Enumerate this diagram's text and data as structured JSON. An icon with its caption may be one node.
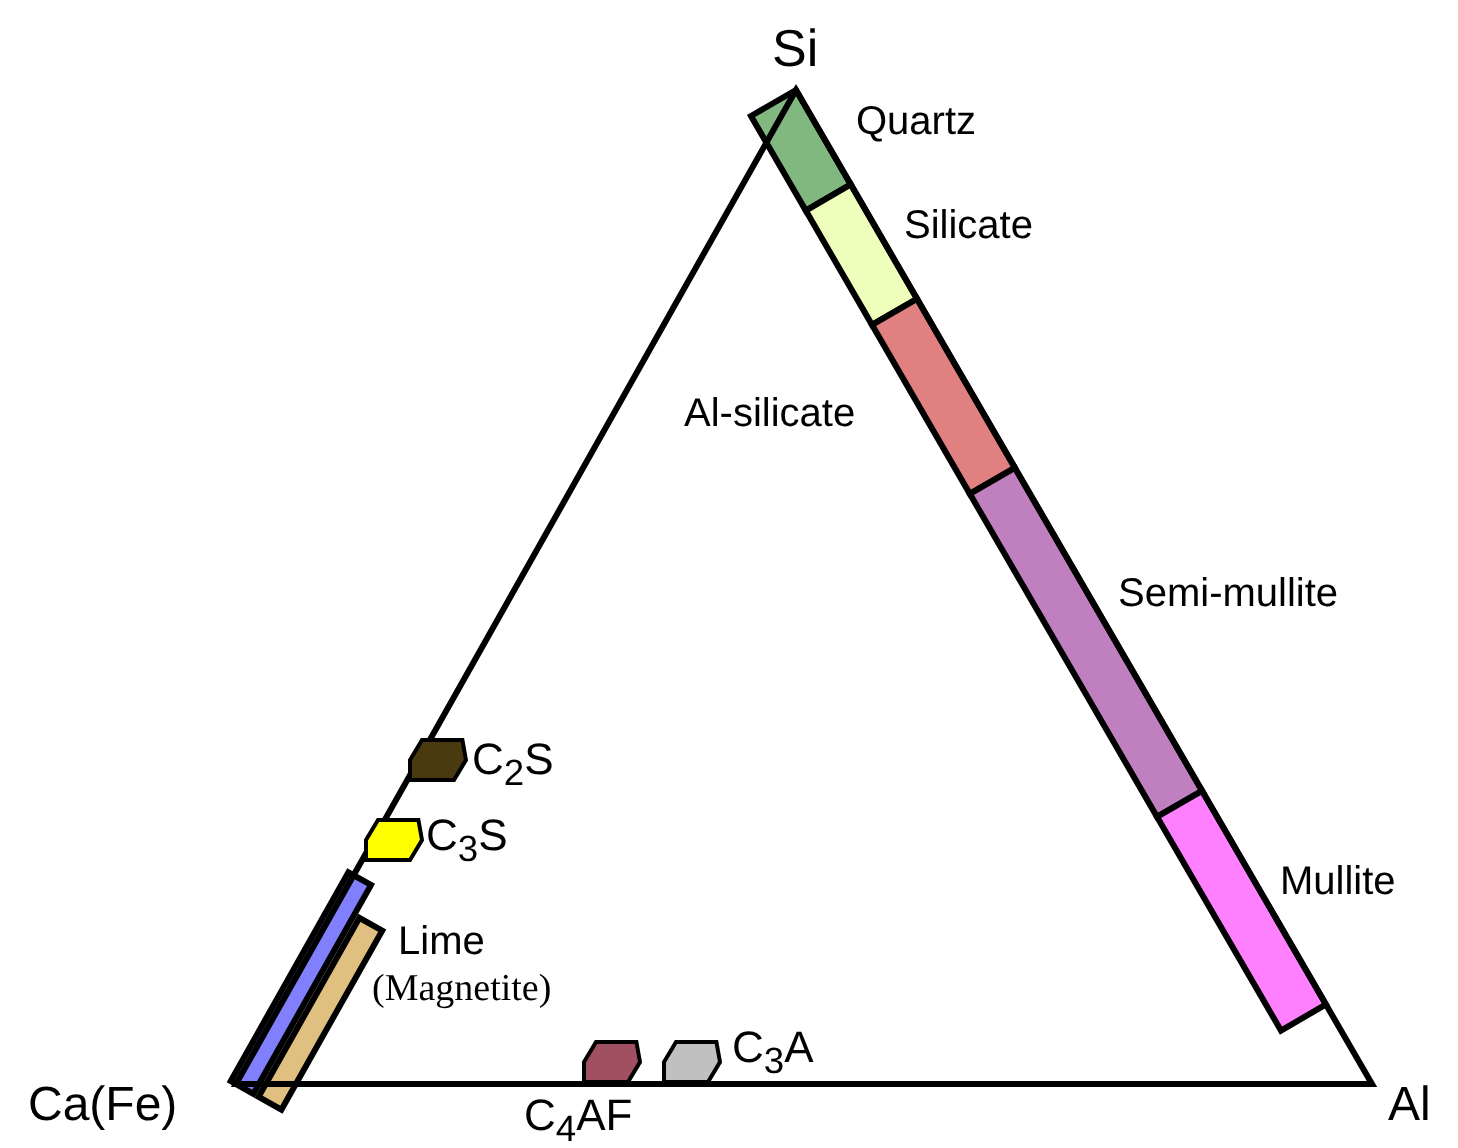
{
  "diagram": {
    "labels": [
      "Si",
      "Quartz",
      "Silicate",
      "Al-silicate",
      "Semi-mullite",
      "C$_{2}$S",
      "C$_{3}$S",
      "Mullite",
      "Lime",
      "(Magnetite)",
      "C$_{3}$A",
      "Ca(Fe)",
      "C$_{4}$AF",
      "Al"
    ]
  }
}
